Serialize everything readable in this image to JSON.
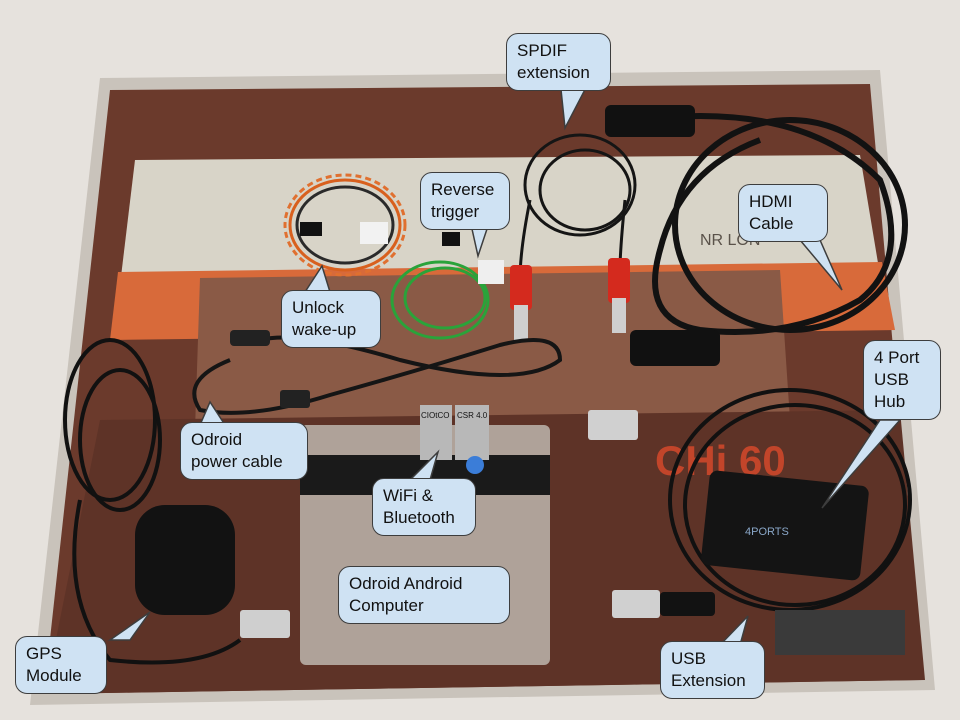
{
  "colors": {
    "callout_fill": "#cfe2f3",
    "callout_border": "#3d3d3d",
    "board_brown": "#6b3a2c",
    "cassette_label": "#d8d4c8",
    "orange_stripe": "#d86a3a",
    "cable_black": "#151515"
  },
  "callouts": {
    "spdif": [
      "SPDIF",
      "extension"
    ],
    "reverse_trigger": [
      "Reverse",
      "trigger"
    ],
    "hdmi": [
      "HDMI",
      "Cable"
    ],
    "unlock": [
      "Unlock",
      "wake-up"
    ],
    "usb_hub": [
      "4 Port",
      "USB",
      "Hub"
    ],
    "odroid_power": [
      "Odroid",
      "power cable"
    ],
    "wifi_bt": [
      "WiFi &",
      "Bluetooth"
    ],
    "odroid_computer": [
      "Odroid Android",
      "Computer"
    ],
    "gps": [
      "GPS",
      "Module"
    ],
    "usb_ext": [
      "USB",
      "Extension"
    ]
  },
  "photo_text": {
    "cassette_brand": "CHi 60",
    "nr_label": "NR LON",
    "dongle_wifi": "CIOtCO",
    "dongle_bt": "CSR 4.0",
    "hub_label": "4PORTS"
  }
}
